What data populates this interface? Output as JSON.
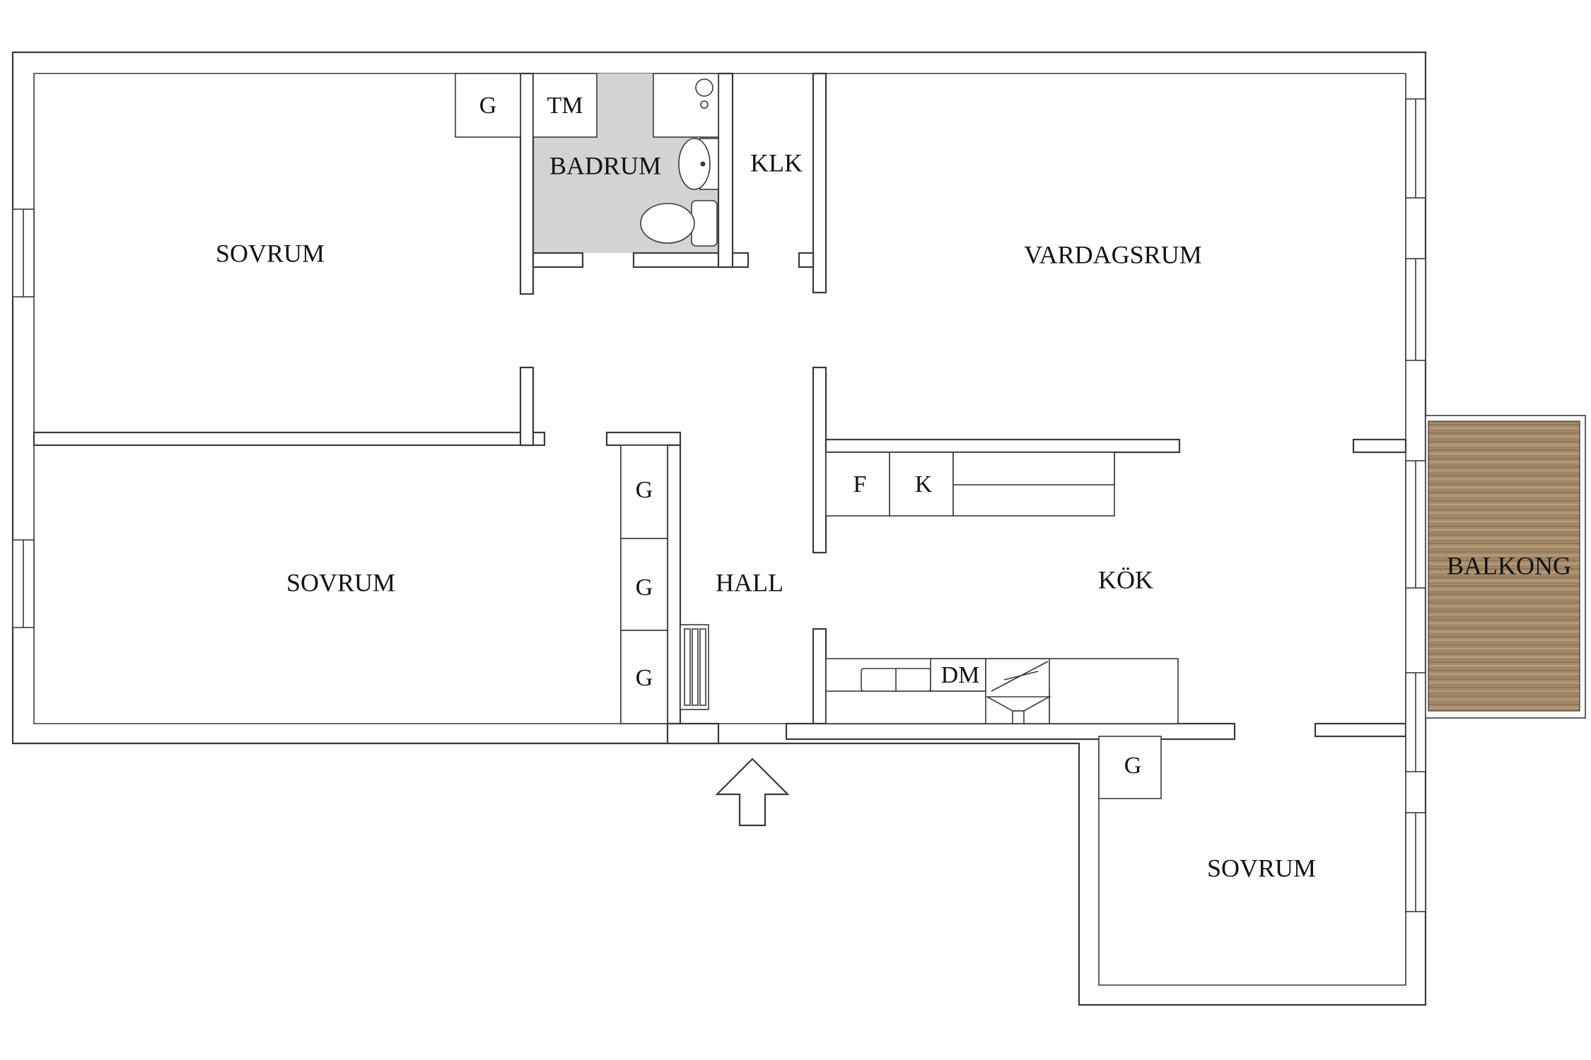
{
  "rooms": {
    "sovrum_top_left": "SOVRUM",
    "sovrum_mid_left": "SOVRUM",
    "sovrum_bottom_right": "SOVRUM",
    "badrum": "BADRUM",
    "klk": "KLK",
    "vardagsrum": "VARDAGSRUM",
    "hall": "HALL",
    "kok": "KÖK",
    "balkong": "BALKONG"
  },
  "fixtures": {
    "g_top": "G",
    "tm": "TM",
    "g_hall_1": "G",
    "g_hall_2": "G",
    "g_hall_3": "G",
    "f": "F",
    "k": "K",
    "dm": "DM",
    "g_bottom_right": "G"
  },
  "colors": {
    "bathroom_floor": "#d3d3d3",
    "balcony_wood": "#a48a6a",
    "walls": "#3a3a3a"
  }
}
